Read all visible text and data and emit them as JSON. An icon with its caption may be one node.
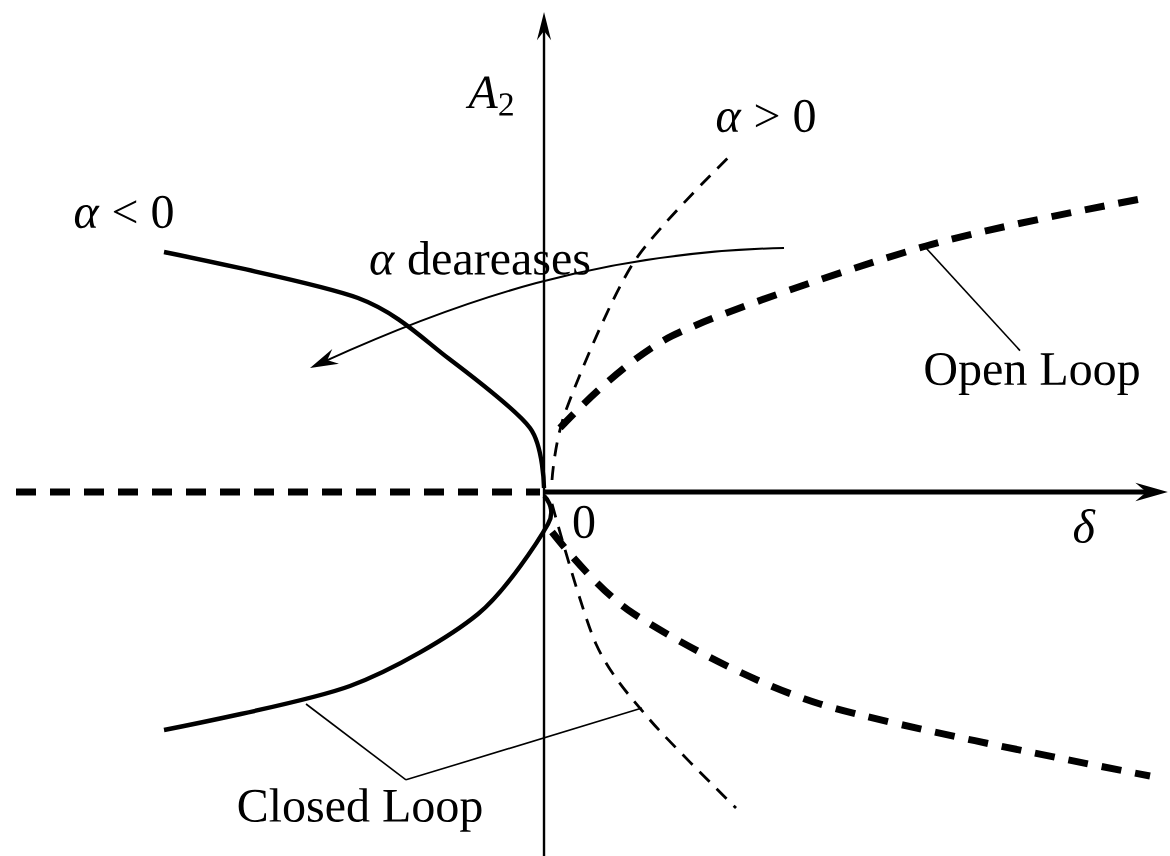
{
  "diagram": {
    "nodes": [
      {
        "text": [
          "Open Loop"
        ]
      },
      {
        "text": [
          "Closed Loop"
        ]
      }
    ],
    "edges": [
      {
        "from": 0,
        "to": null,
        "arrow": "none"
      },
      {
        "from": 1,
        "to": null,
        "arrow": "none"
      },
      {
        "from": 1,
        "to": null,
        "arrow": "none"
      }
    ],
    "labels": [
      "*A*$_{2}$",
      "*α* > 0",
      "*α* < 0",
      "*α* deareases",
      "0",
      "*δ*"
    ]
  }
}
